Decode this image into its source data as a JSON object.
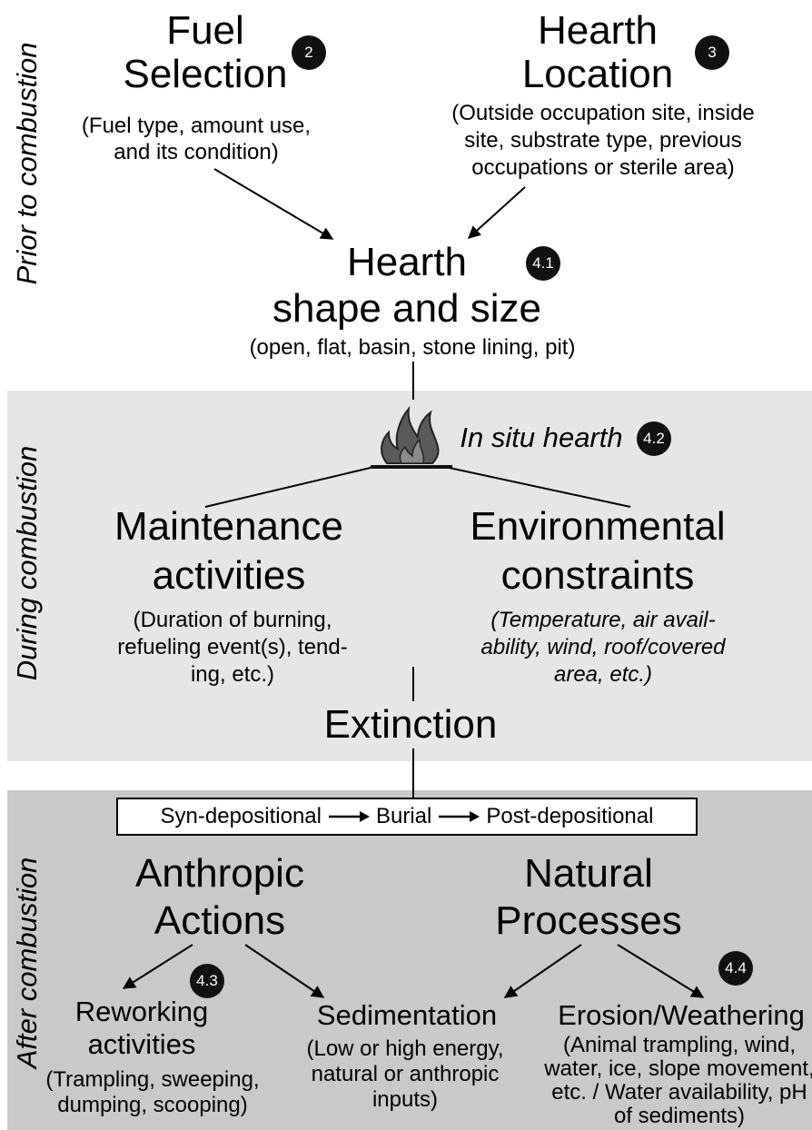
{
  "phases": {
    "prior": "Prior to combustion",
    "during": "During combustion",
    "after": "After combustion"
  },
  "fuel": {
    "title_line1": "Fuel",
    "title_line2": "Selection",
    "badge": "2",
    "desc_line1": "(Fuel type, amount use,",
    "desc_line2": "and its condition)"
  },
  "location": {
    "title_line1": "Hearth",
    "title_line2": "Location",
    "badge": "3",
    "desc_line1": "(Outside occupation site, inside",
    "desc_line2": "site, substrate type, previous",
    "desc_line3": "occupations or sterile area)"
  },
  "shape": {
    "title_line1": "Hearth",
    "title_line2": "shape and size",
    "badge": "4.1",
    "desc": "(open, flat, basin, stone lining, pit)"
  },
  "insitu": {
    "label": "In situ hearth",
    "badge": "4.2"
  },
  "maintenance": {
    "title_line1": "Maintenance",
    "title_line2": "activities",
    "desc_line1": "(Duration of burning,",
    "desc_line2": "refueling event(s), tend-",
    "desc_line3": "ing, etc.)"
  },
  "environment": {
    "title_line1": "Environmental",
    "title_line2": "constraints",
    "desc_line1": "(Temperature, air avail-",
    "desc_line2": "ability, wind, roof/covered",
    "desc_line3": "area, etc.)"
  },
  "extinction": "Extinction",
  "flow": {
    "step1": "Syn-depositional",
    "step2": "Burial",
    "step3": "Post-depositional"
  },
  "anthropic": {
    "title_line1": "Anthropic",
    "title_line2": "Actions"
  },
  "natural": {
    "title_line1": "Natural",
    "title_line2": "Processes"
  },
  "reworking": {
    "title_line1": "Reworking",
    "title_line2": "activities",
    "badge": "4.3",
    "desc_line1": "(Trampling, sweeping,",
    "desc_line2": "dumping, scooping)"
  },
  "sedimentation": {
    "title": "Sedimentation",
    "desc_line1": "(Low or high energy,",
    "desc_line2": "natural or anthropic",
    "desc_line3": "inputs)"
  },
  "erosion": {
    "title": "Erosion/Weathering",
    "badge": "4.4",
    "desc_line1": "(Animal trampling, wind,",
    "desc_line2": "water, ice, slope movement,",
    "desc_line3": "etc. / Water availability, pH",
    "desc_line4": "of sediments)"
  }
}
